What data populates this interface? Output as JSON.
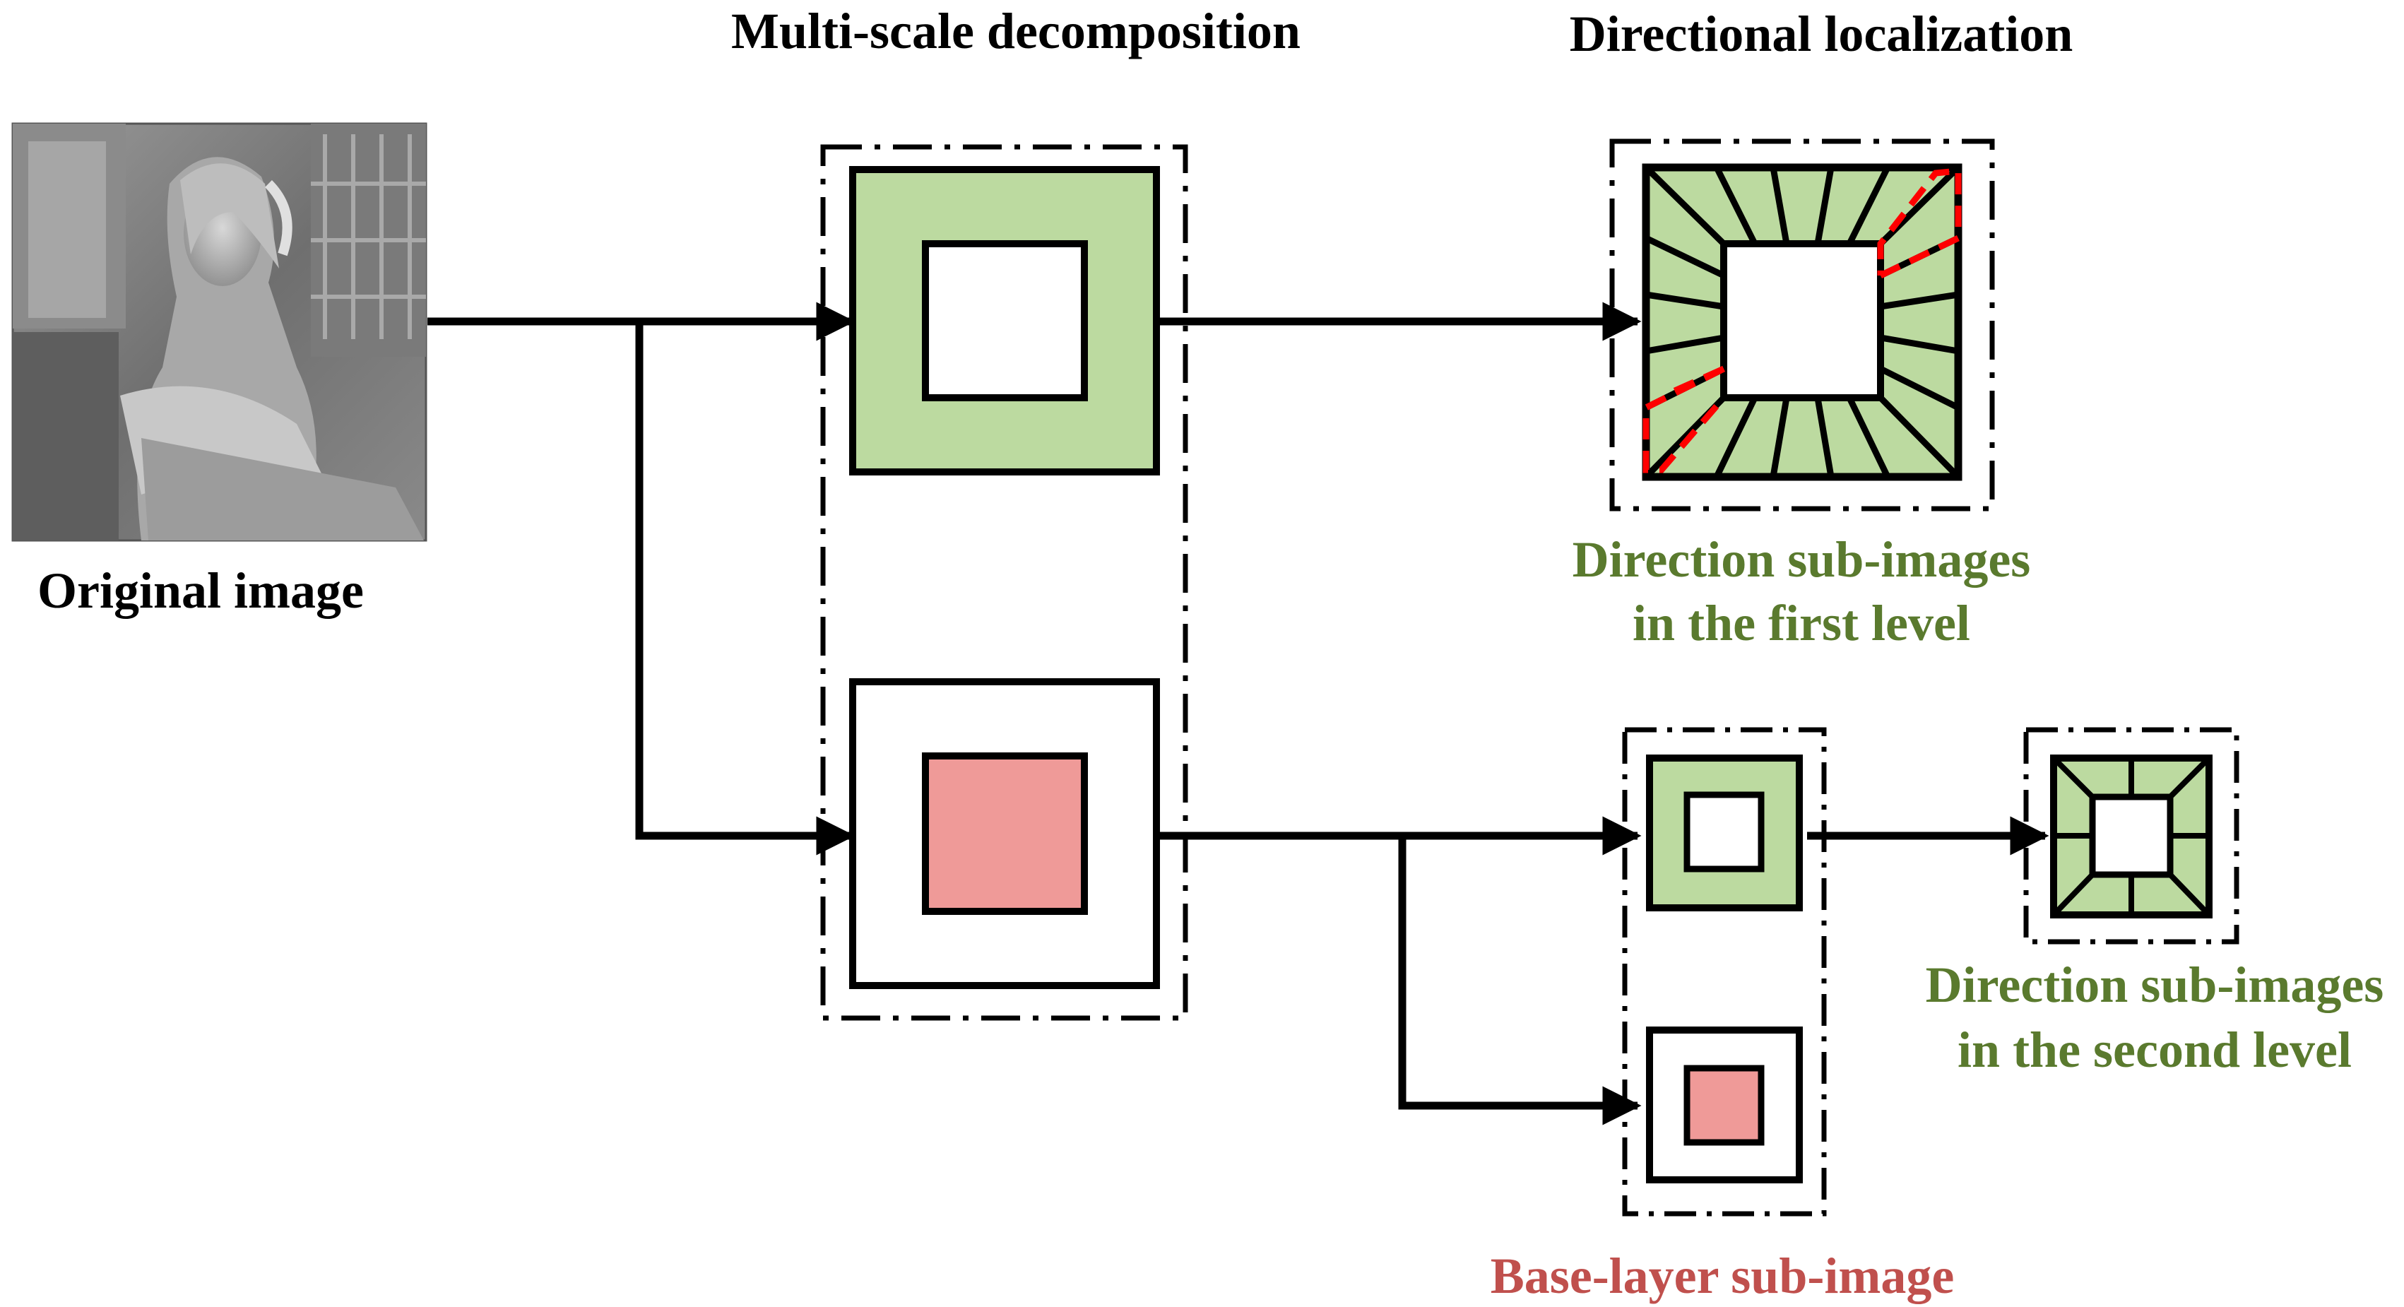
{
  "headings": {
    "multiscale": "Multi-scale decomposition",
    "directional": "Directional localization"
  },
  "captions": {
    "original": "Original image",
    "first_level_line1": "Direction sub-images",
    "first_level_line2": "in the first level",
    "second_level_line1": "Direction sub-images",
    "second_level_line2": "in the second level",
    "base_layer": "Base-layer sub-image"
  },
  "colors": {
    "green_fill": "#bcdaa0",
    "pink_fill": "#ef9a98",
    "green_text": "#5a7a2e",
    "red_text": "#c0504d",
    "red_dash": "#ff0000",
    "stroke": "#000000"
  }
}
